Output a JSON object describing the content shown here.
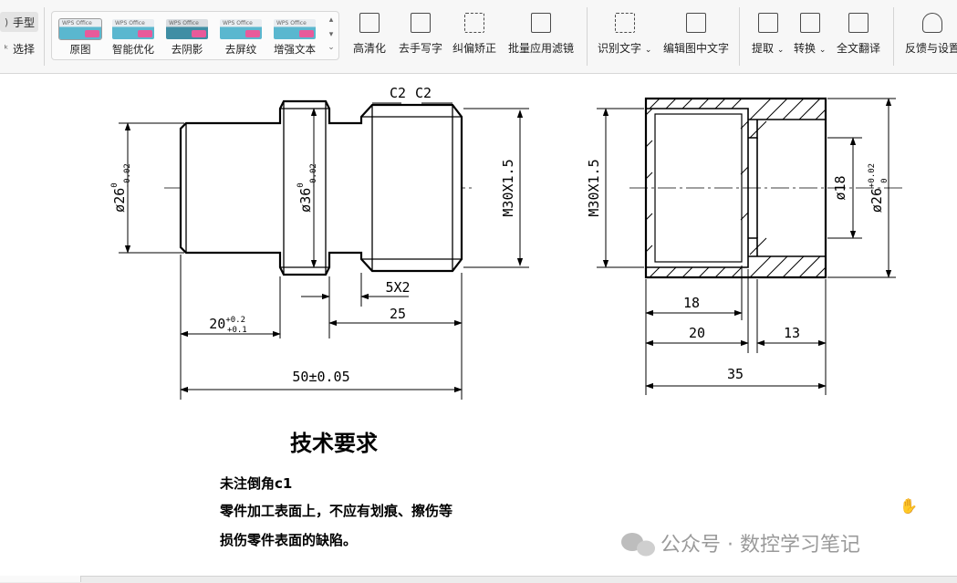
{
  "toolbar": {
    "mode_hand": "手型",
    "mode_select": "选择",
    "thumb_brand": "WPS Office",
    "filters": [
      "原图",
      "智能优化",
      "去阴影",
      "去屏纹",
      "增强文本"
    ],
    "tools": [
      "高清化",
      "去手写字",
      "纠偏矫正",
      "批量应用滤镜",
      "识别文字",
      "编辑图中文字",
      "提取",
      "转换",
      "全文翻译",
      "反馈与设置"
    ]
  },
  "drawing": {
    "left": {
      "dia26": "ø26",
      "dia26_tol_upper": "0",
      "dia26_tol_lower": "-0.02",
      "dia36": "ø36",
      "dia36_tol_upper": "0",
      "dia36_tol_lower": "-0.02",
      "chamfer1": "C2",
      "chamfer2": "C2",
      "thread": "M30X1.5",
      "groove": "5X2",
      "len20": "20",
      "len20_tol_upper": "+0.2",
      "len20_tol_lower": "+0.1",
      "len25": "25",
      "len50": "50±0.05"
    },
    "right": {
      "thread": "M30X1.5",
      "dia18": "ø18",
      "dia26": "ø26",
      "dia26_tol_upper": "+0.02",
      "dia26_tol_lower": "0",
      "len18": "18",
      "len20": "20",
      "len13": "13",
      "len35": "35"
    },
    "notes": {
      "title": "技术要求",
      "line1": "未注倒角c1",
      "line2": "零件加工表面上，不应有划痕、擦伤等",
      "line3": "损伤零件表面的缺陷。"
    },
    "watermark": "公众号 · 数控学习笔记"
  }
}
